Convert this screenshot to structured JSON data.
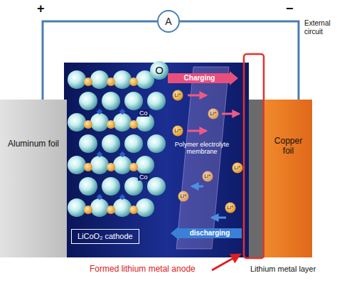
{
  "diagram": {
    "nodes": [
      {
        "text": [
          "Aluminum foil"
        ]
      },
      {
        "text": [
          "A"
        ]
      },
      {
        "text": [
          "Copper foil"
        ]
      },
      {
        "text": [
          "LiCoO₂ cathode"
        ]
      },
      {
        "text": [
          "Charging"
        ]
      },
      {
        "text": [
          "discharging"
        ]
      }
    ],
    "edges": [
      {
        "from": 0,
        "to": 1,
        "arrow": "none"
      },
      {
        "from": 1,
        "to": 2,
        "arrow": "none"
      }
    ],
    "labels": [
      "+",
      "−",
      "External circuit",
      "O",
      "Co",
      "Co",
      "Polymer electrolyte membrane",
      "Li⁺",
      "Li⁺",
      "Li⁺",
      "Li⁺",
      "Li⁺",
      "Li⁺",
      "Li⁺",
      "Formed lithium metal anode",
      "Lithium metal layer"
    ]
  }
}
